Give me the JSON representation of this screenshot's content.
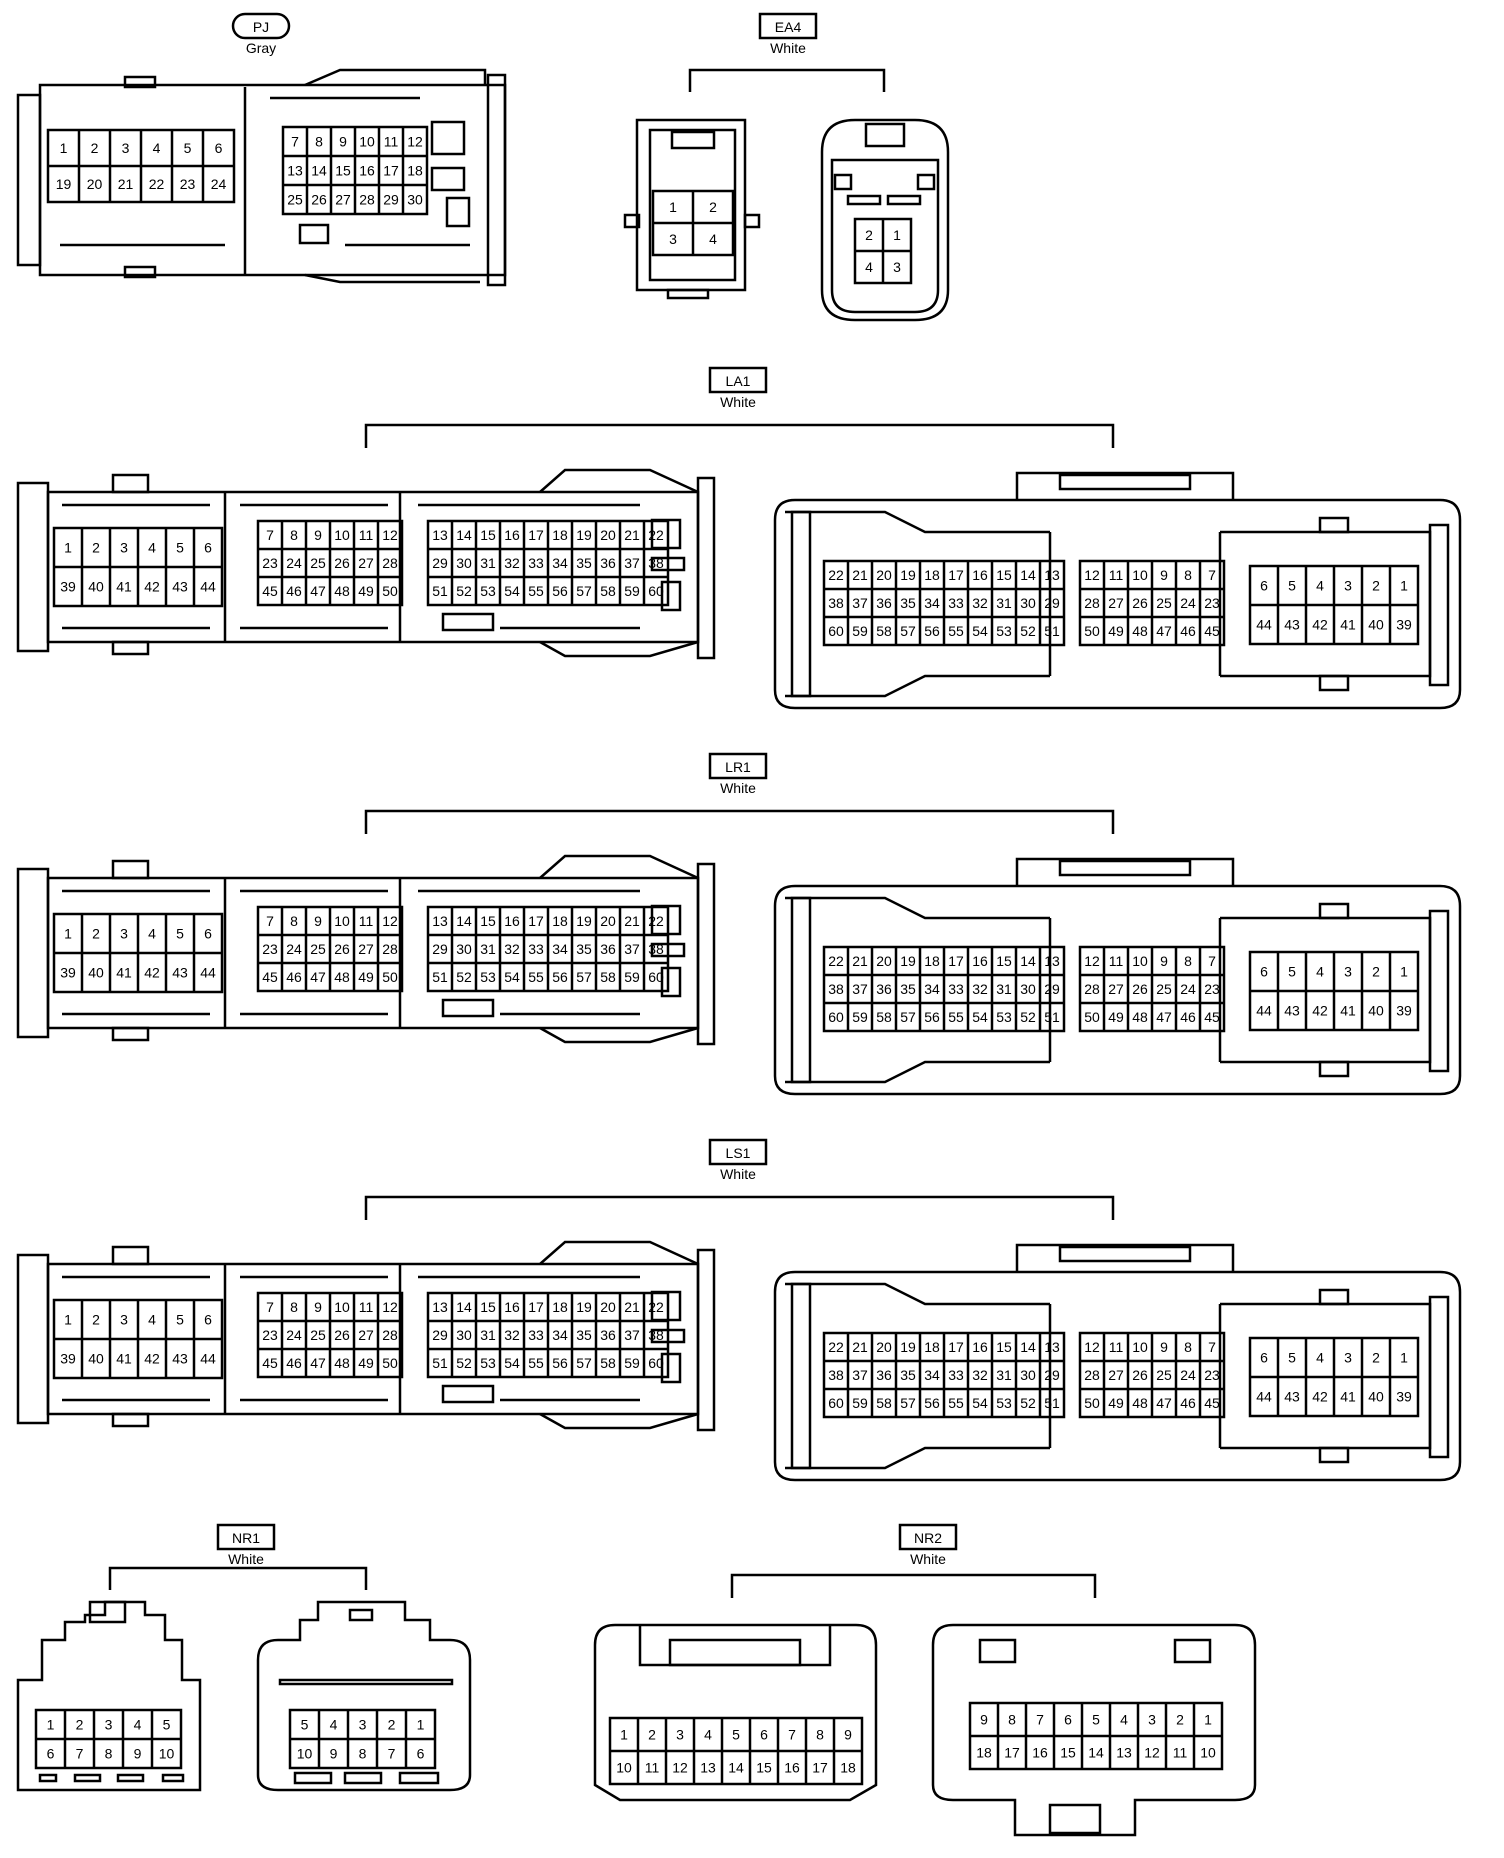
{
  "connectors": [
    {
      "code": "PJ",
      "color": "Gray"
    },
    {
      "code": "EA4",
      "color": "White"
    },
    {
      "code": "LA1",
      "color": "White"
    },
    {
      "code": "LR1",
      "color": "White"
    },
    {
      "code": "LS1",
      "color": "White"
    },
    {
      "code": "NR1",
      "color": "White"
    },
    {
      "code": "NR2",
      "color": "White"
    }
  ],
  "pj_pins": {
    "left": [
      [
        "1",
        "2",
        "3",
        "4",
        "5",
        "6"
      ],
      [
        "19",
        "20",
        "21",
        "22",
        "23",
        "24"
      ]
    ],
    "right": [
      [
        "7",
        "8",
        "9",
        "10",
        "11",
        "12"
      ],
      [
        "13",
        "14",
        "15",
        "16",
        "17",
        "18"
      ],
      [
        "25",
        "26",
        "27",
        "28",
        "29",
        "30"
      ]
    ]
  },
  "ea4_pins": {
    "left": [
      [
        "1",
        "2"
      ],
      [
        "3",
        "4"
      ]
    ],
    "right": [
      [
        "2",
        "1"
      ],
      [
        "4",
        "3"
      ]
    ]
  },
  "big_pins": {
    "a_left": [
      [
        "1",
        "2",
        "3",
        "4",
        "5",
        "6"
      ],
      [
        "39",
        "40",
        "41",
        "42",
        "43",
        "44"
      ]
    ],
    "a_mid": [
      [
        "7",
        "8",
        "9",
        "10",
        "11",
        "12"
      ],
      [
        "23",
        "24",
        "25",
        "26",
        "27",
        "28"
      ],
      [
        "45",
        "46",
        "47",
        "48",
        "49",
        "50"
      ]
    ],
    "a_right": [
      [
        "13",
        "14",
        "15",
        "16",
        "17",
        "18",
        "19",
        "20",
        "21",
        "22"
      ],
      [
        "29",
        "30",
        "31",
        "32",
        "33",
        "34",
        "35",
        "36",
        "37",
        "38"
      ],
      [
        "51",
        "52",
        "53",
        "54",
        "55",
        "56",
        "57",
        "58",
        "59",
        "60"
      ]
    ],
    "b_left": [
      [
        "22",
        "21",
        "20",
        "19",
        "18",
        "17",
        "16",
        "15",
        "14",
        "13"
      ],
      [
        "38",
        "37",
        "36",
        "35",
        "34",
        "33",
        "32",
        "31",
        "30",
        "29"
      ],
      [
        "60",
        "59",
        "58",
        "57",
        "56",
        "55",
        "54",
        "53",
        "52",
        "51"
      ]
    ],
    "b_mid": [
      [
        "12",
        "11",
        "10",
        "9",
        "8",
        "7"
      ],
      [
        "28",
        "27",
        "26",
        "25",
        "24",
        "23"
      ],
      [
        "50",
        "49",
        "48",
        "47",
        "46",
        "45"
      ]
    ],
    "b_right": [
      [
        "6",
        "5",
        "4",
        "3",
        "2",
        "1"
      ],
      [
        "44",
        "43",
        "42",
        "41",
        "40",
        "39"
      ]
    ]
  },
  "nr1_pins": {
    "left": [
      [
        "1",
        "2",
        "3",
        "4",
        "5"
      ],
      [
        "6",
        "7",
        "8",
        "9",
        "10"
      ]
    ],
    "right": [
      [
        "5",
        "4",
        "3",
        "2",
        "1"
      ],
      [
        "10",
        "9",
        "8",
        "7",
        "6"
      ]
    ]
  },
  "nr2_pins": {
    "left": [
      [
        "1",
        "2",
        "3",
        "4",
        "5",
        "6",
        "7",
        "8",
        "9"
      ],
      [
        "10",
        "11",
        "12",
        "13",
        "14",
        "15",
        "16",
        "17",
        "18"
      ]
    ],
    "right": [
      [
        "9",
        "8",
        "7",
        "6",
        "5",
        "4",
        "3",
        "2",
        "1"
      ],
      [
        "18",
        "17",
        "16",
        "15",
        "14",
        "13",
        "12",
        "11",
        "10"
      ]
    ]
  }
}
